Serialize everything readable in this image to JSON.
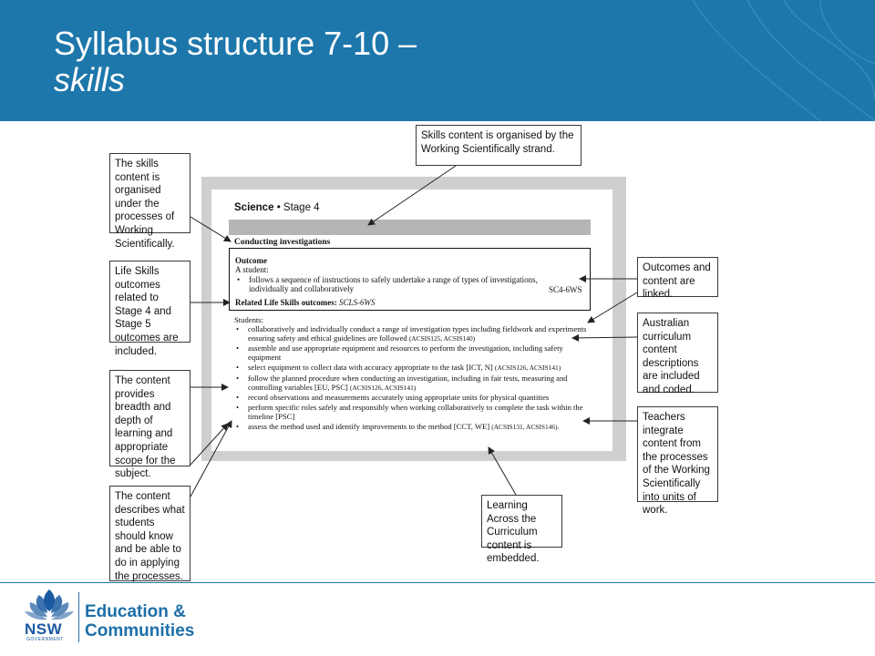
{
  "slide": {
    "title_line1": "Syllabus structure 7-10 –",
    "title_line2": "skills"
  },
  "document": {
    "heading_subject": "Science",
    "heading_bullet": "•",
    "heading_stage": "Stage 4",
    "section_title": "Conducting investigations",
    "outcome_label": "Outcome",
    "a_student": "A student:",
    "outcome_line1": "follows a sequence of instructions to safely undertake a range of types of investigations,",
    "outcome_line2": "individually and collaboratively",
    "outcome_code": "SC4-6WS",
    "life_skills_label": "Related Life Skills outcomes:",
    "life_skills_code": "SCLS-6WS",
    "students_label": "Students:",
    "bullet": "•",
    "content_items": [
      {
        "text": "collaboratively and individually conduct a range of investigation types including fieldwork and experiments ensuring safety and ethical guidelines are followed",
        "code": "(ACSIS125, ACSIS140)"
      },
      {
        "text": "assemble and use appropriate equipment and resources to perform the investigation, including safety equipment",
        "code": ""
      },
      {
        "text": "select equipment to collect data with accuracy appropriate to the task [ICT, N]",
        "code": "(ACSIS126, ACSIS141)"
      },
      {
        "text": "follow the planned procedure when conducting an investigation, including in fair tests, measuring and controlling variables [EU, PSC]",
        "code": "(ACSIS126, ACSIS141)"
      },
      {
        "text": "record observations and measurements accurately using appropriate units for physical quantities",
        "code": ""
      },
      {
        "text": "perform specific roles safely and responsibly when working collaboratively to complete the task within the timeline [PSC]",
        "code": ""
      },
      {
        "text": "assess the method used and identify improvements to the method [CCT, WE]",
        "code": "(ACSIS131, ACSIS146)."
      }
    ]
  },
  "callouts": {
    "processes": "The skills content is organised under the processes of Working Scientifically.",
    "strand": "Skills content is organised by the Working Scientifically strand.",
    "life_skills": "Life Skills outcomes related to Stage 4 and Stage 5 outcomes are included.",
    "breadth": "The content provides breadth and depth of learning and appropriate scope for the subject.",
    "describes": "The content describes what students should know and be able to do in applying the processes.",
    "outcomes_linked": "Outcomes and content are linked.",
    "australian": "Australian curriculum content descriptions are included and coded.",
    "teachers": "Teachers integrate content from the processes of the Working Scientifically into units of work.",
    "lac": "Learning Across the Curriculum content is embedded."
  },
  "footer": {
    "logo_state": "NSW",
    "logo_government": "GOVERNMENT",
    "dept_line1": "Education &",
    "dept_line2": "Communities"
  },
  "colors": {
    "header_blue": "#1d77ab",
    "logo_blue": "#1b5aa0",
    "doc_grey": "#cfcfcf"
  }
}
